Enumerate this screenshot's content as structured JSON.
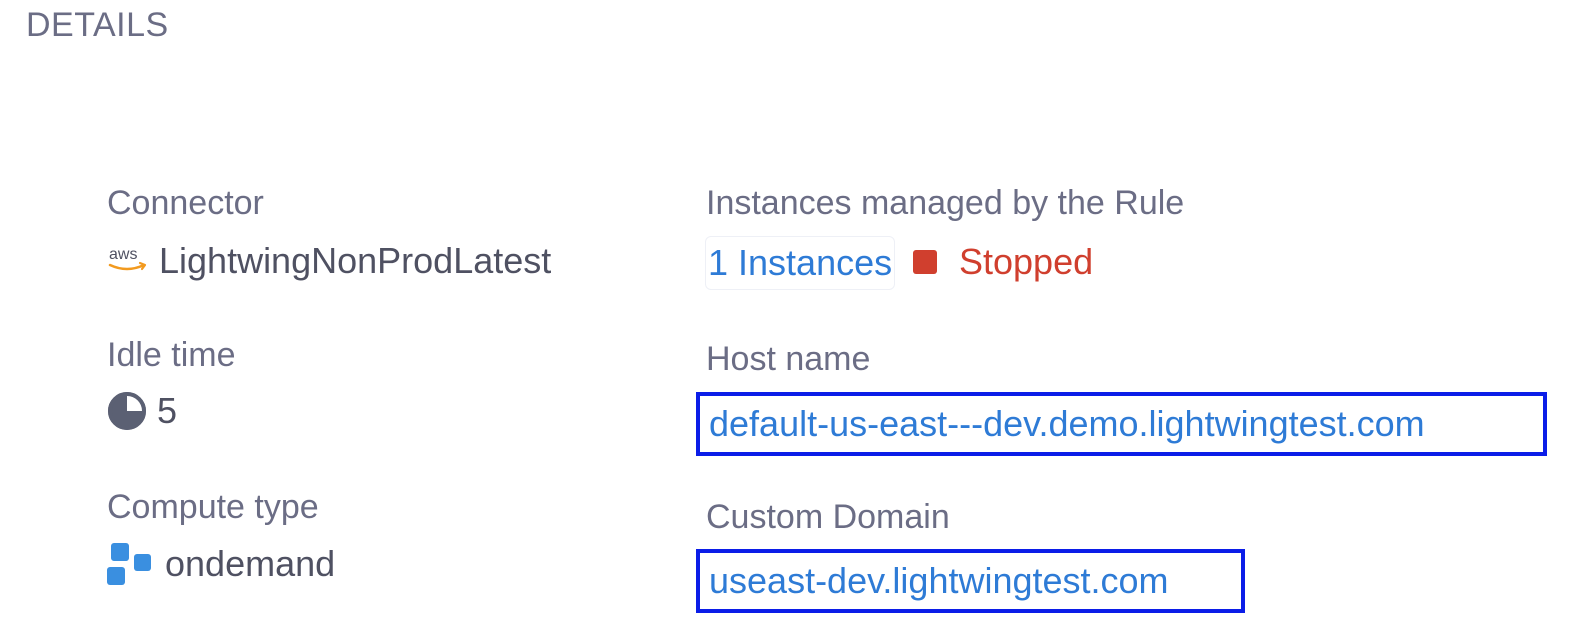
{
  "section": {
    "title": "DETAILS"
  },
  "connector": {
    "label": "Connector",
    "icon": "aws-icon",
    "value": "LightwingNonProdLatest"
  },
  "idle_time": {
    "label": "Idle time",
    "icon": "clock-icon",
    "value": "5"
  },
  "compute_type": {
    "label": "Compute type",
    "icon": "compute-type-icon",
    "value": "ondemand"
  },
  "instances": {
    "label": "Instances managed by the Rule",
    "link_text": "1 Instances",
    "status_text": "Stopped",
    "status_color": "#d03f2e"
  },
  "host_name": {
    "label": "Host name",
    "value": "default-us-east---dev.demo.lightwingtest.com"
  },
  "custom_domain": {
    "label": "Custom Domain",
    "value": "useast-dev.lightwingtest.com"
  },
  "colors": {
    "link": "#2e7bd6",
    "highlight_border": "#0b1de8",
    "compute_icon": "#3a8fe0"
  }
}
